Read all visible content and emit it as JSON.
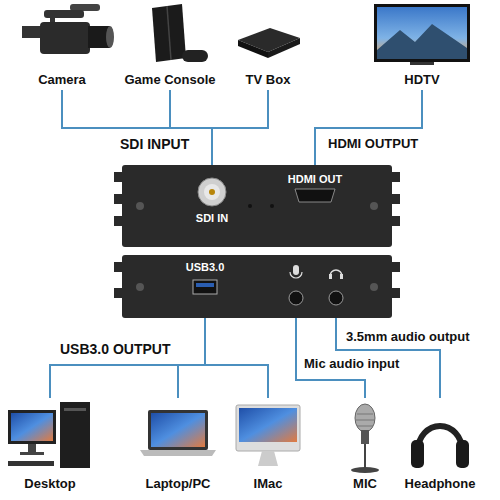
{
  "diagram": {
    "nodes": [
      {
        "text": [
          "Camera"
        ]
      },
      {
        "text": [
          "Game Console"
        ]
      },
      {
        "text": [
          "TV Box"
        ]
      },
      {
        "text": [
          "HDTV"
        ]
      },
      {
        "text": [
          "SDI IN",
          "HDMI OUT"
        ]
      },
      {
        "text": [
          "USB3.0"
        ]
      },
      {
        "text": [
          "Desktop"
        ]
      },
      {
        "text": [
          "Laptop/PC"
        ]
      },
      {
        "text": [
          "IMac"
        ]
      },
      {
        "text": [
          "MIC"
        ]
      },
      {
        "text": [
          "Headphone"
        ]
      }
    ],
    "edges": [
      {
        "from": 0,
        "to": 4,
        "arrow": "none"
      },
      {
        "from": 1,
        "to": 4,
        "arrow": "none"
      },
      {
        "from": 2,
        "to": 4,
        "arrow": "none"
      },
      {
        "from": 4,
        "to": 3,
        "label": "HDMI OUTPUT",
        "arrow": "none"
      },
      {
        "from": 5,
        "to": 6,
        "arrow": "none"
      },
      {
        "from": 5,
        "to": 7,
        "arrow": "none"
      },
      {
        "from": 5,
        "to": 8,
        "arrow": "none"
      },
      {
        "from": 9,
        "to": 5,
        "label": "Mic audio input",
        "arrow": "none"
      },
      {
        "from": 5,
        "to": 10,
        "label": "3.5mm audio output",
        "arrow": "none"
      }
    ],
    "labels": [
      "SDI INPUT",
      "USB3.0 OUTPUT"
    ]
  }
}
